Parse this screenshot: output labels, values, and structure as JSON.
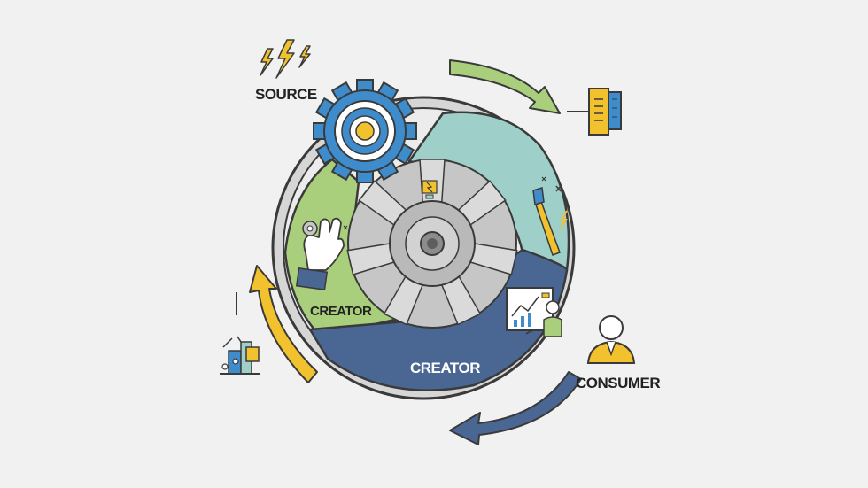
{
  "labels": {
    "source": "SOURCE",
    "creator_left": "CREATOR",
    "creator_bottom": "CREATOR",
    "consumer": "CONSUMER"
  },
  "colors": {
    "background": "#f1f1f1",
    "outline": "#3a3a3a",
    "green": "#a9cf7d",
    "teal": "#9fcfc9",
    "navy": "#4a6794",
    "gear_blue": "#3f8ccc",
    "yellow": "#f2c12e",
    "gray": "#c6c6c6",
    "gray_dark": "#9a9a9a",
    "ring": "#d6d6d6"
  },
  "icons": {
    "source": "lightning-bolts-icon",
    "top_right": "device-battery-icon",
    "creator_left": "hand-gear-icon",
    "teal_segment": "paintbrush-icon",
    "navy_segment": "presenter-chart-icon",
    "consumer": "person-avatar-icon",
    "bottom_left": "machine-parts-icon"
  }
}
